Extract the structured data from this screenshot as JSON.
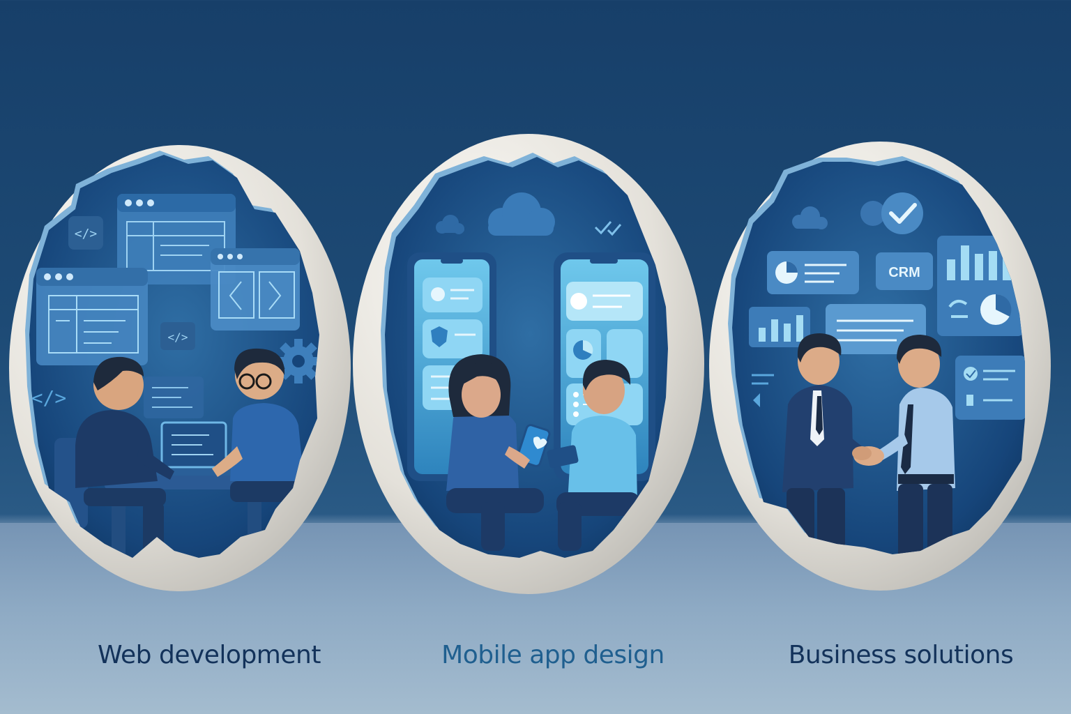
{
  "panels": [
    {
      "caption": "Web development",
      "caption_color": "#13325a",
      "icons": [
        "code-icon",
        "browser-window-icon",
        "gear-icon",
        "laptop-icon"
      ]
    },
    {
      "caption": "Mobile app design",
      "caption_color": "#1f5f8f",
      "icons": [
        "cloud-icon",
        "checkmark-icon",
        "smartphone-icon",
        "heart-icon"
      ]
    },
    {
      "caption": "Business solutions",
      "caption_color": "#13325a",
      "icons": [
        "check-circle-icon",
        "pie-chart-icon",
        "bar-chart-icon",
        "handshake-icon"
      ]
    }
  ],
  "badges": {
    "crm": "CRM"
  },
  "colors": {
    "background": "#1d4a75",
    "shell": "#e9e6e0",
    "interior": "#0f3a66",
    "accent": "#5cc6ec"
  }
}
